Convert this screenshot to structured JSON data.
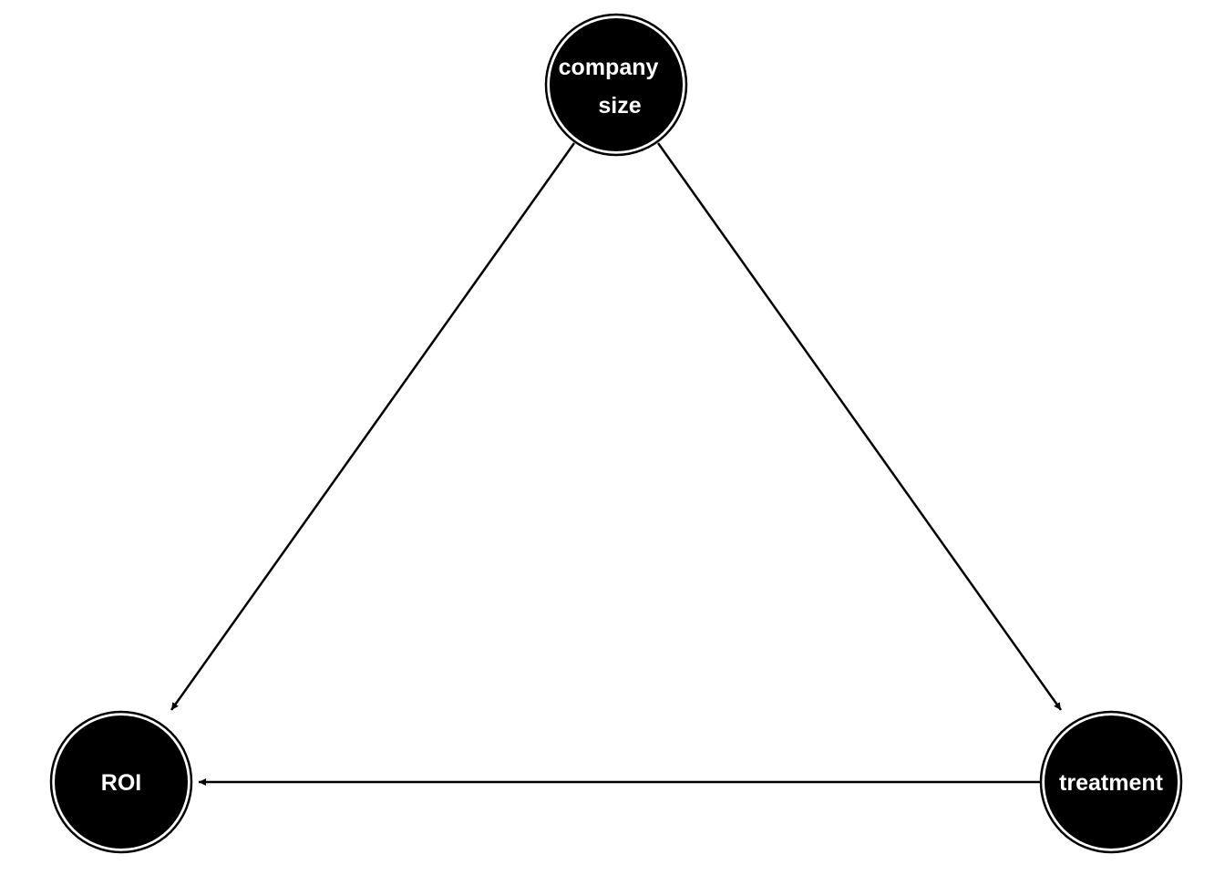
{
  "diagram": {
    "type": "directed-acyclic-graph",
    "colors": {
      "node_fill": "#000000",
      "node_ring": "#000000",
      "node_text": "#ffffff",
      "edge": "#000000",
      "background": "#ffffff"
    },
    "nodes": [
      {
        "id": "company_size",
        "label_lines": [
          "company",
          "size"
        ]
      },
      {
        "id": "roi",
        "label_lines": [
          "ROI"
        ]
      },
      {
        "id": "treatment",
        "label_lines": [
          "treatment"
        ]
      }
    ],
    "edges": [
      {
        "from": "company_size",
        "to": "roi"
      },
      {
        "from": "company_size",
        "to": "treatment"
      },
      {
        "from": "treatment",
        "to": "roi"
      }
    ]
  }
}
